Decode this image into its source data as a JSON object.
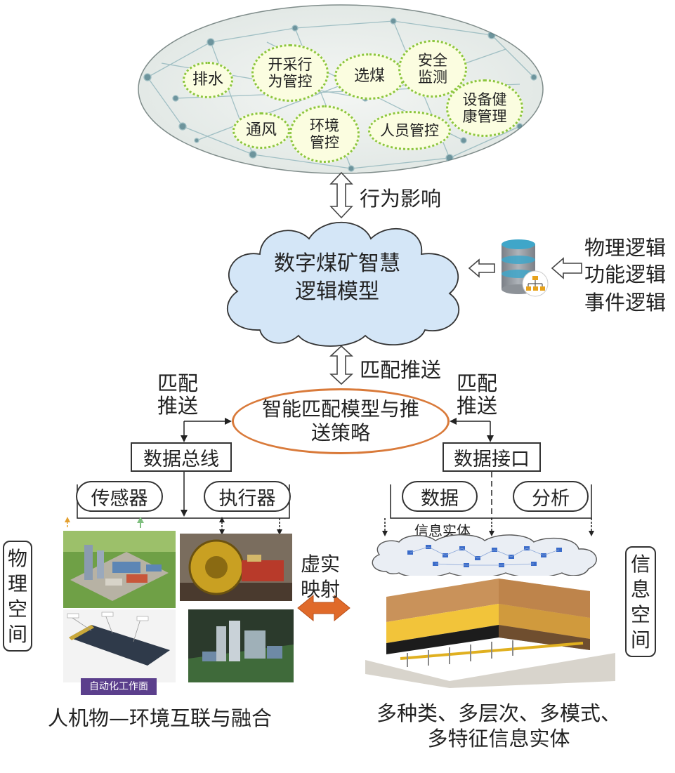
{
  "domains": {
    "nodes": [
      "排水",
      "开采行\n为管控",
      "选煤",
      "安全\n监测",
      "设备健\n康管理",
      "通风",
      "环境\n管控",
      "人员管控"
    ]
  },
  "labels": {
    "behavior_influence": "行为影响",
    "cloud_model": "数字煤矿智慧\n逻辑模型",
    "logic_list": [
      "物理逻辑",
      "功能逻辑",
      "事件逻辑"
    ],
    "match_push_center": "匹配推送",
    "match_push_left": "匹配\n推送",
    "match_push_right": "匹配\n推送",
    "strategy": "智能匹配模型与推\n送策略",
    "data_bus": "数据总线",
    "data_interface": "数据接口",
    "sensor": "传感器",
    "actuator": "执行器",
    "data": "数据",
    "analysis": "分析",
    "info_entity": "信息实体",
    "physical_space": "物\n理\n空\n间",
    "info_space": "信\n息\n空\n间",
    "virtual_real": "虚实\n映射",
    "auto_face": "自动化工作面",
    "caption_left": "人机物—环境互联与融合",
    "caption_right": "多种类、多层次、多模式、\n多特征信息实体"
  },
  "colors": {
    "node_fill": "#fbfde0",
    "node_border": "#8cc63f",
    "cloud_fill": "#d4e6f7",
    "ellipse_border": "#d97a3a",
    "mapping_arrow": "#e06a2a",
    "auto_face_bg": "#5b3f8c"
  }
}
